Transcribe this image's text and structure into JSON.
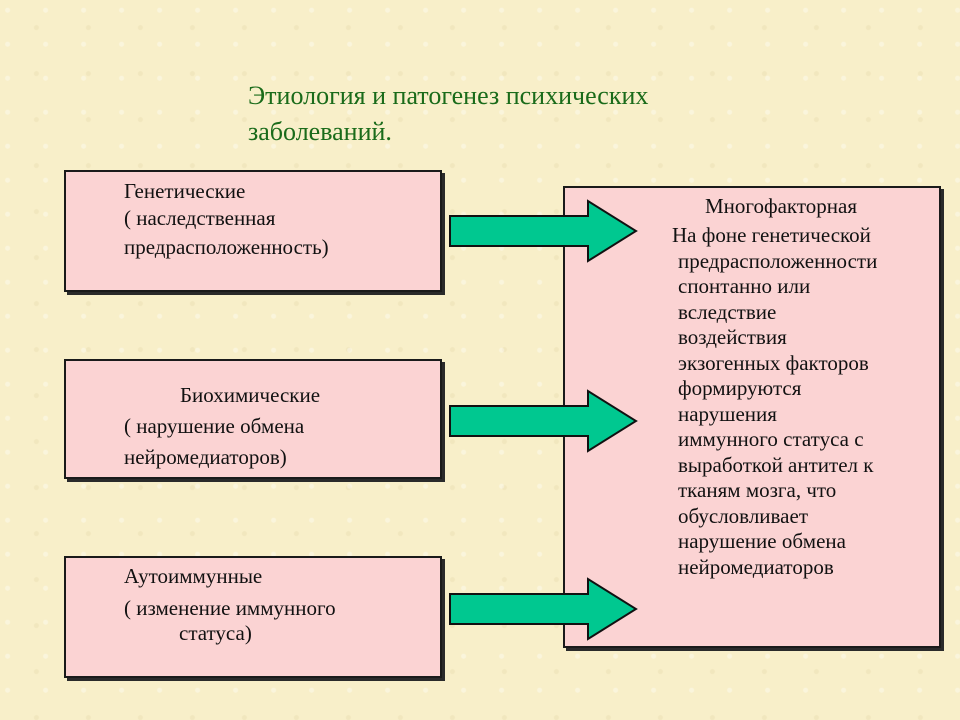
{
  "title": {
    "line1": "Этиология и патогенез психических",
    "line2": "заболеваний."
  },
  "boxes": {
    "genetic": {
      "line1": "Генетические",
      "line2": "( наследственная",
      "line3": "предрасположенность)"
    },
    "biochemical": {
      "line1": "Биохимические",
      "line2": "( нарушение обмена",
      "line3": "нейромедиаторов)"
    },
    "autoimmune": {
      "line1": "Аутоиммунные",
      "line2": "( изменение иммунного",
      "line3": "статуса)"
    },
    "result": {
      "heading": "Многофакторная",
      "lines": [
        "На фоне генетической",
        "предрасположенности",
        "спонтанно или",
        "вследствие",
        "воздействия",
        "экзогенных факторов",
        "формируются",
        "нарушения",
        "иммунного статуса с",
        "выработкой антител к",
        "тканям мозга, что",
        "обусловливает",
        "нарушение обмена",
        "нейромедиаторов"
      ]
    }
  },
  "colors": {
    "background": "#f8efc9",
    "title_text": "#1a6b1a",
    "box_fill": "#fbd3d3",
    "arrow_fill": "#00c890"
  }
}
